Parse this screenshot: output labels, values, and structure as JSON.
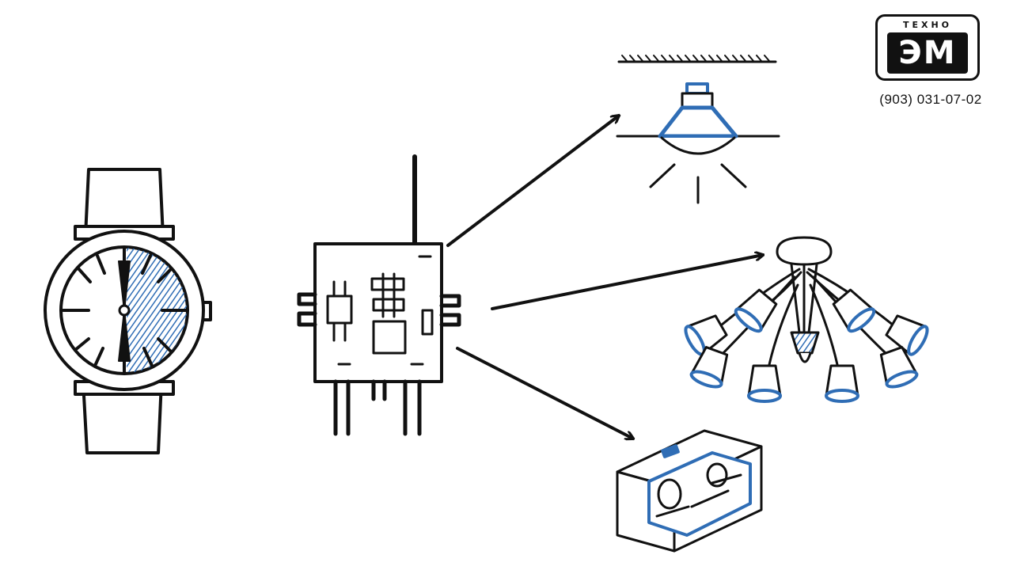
{
  "logo": {
    "top_text": "ТЕХНО",
    "main_text": "ЭМ"
  },
  "phone": "(903) 031-07-02",
  "colors": {
    "ink": "#111111",
    "accent_blue": "#2f6db5",
    "background": "#ffffff"
  },
  "icons": [
    "wristwatch-icon",
    "controller-board-icon",
    "ceiling-spotlight-icon",
    "chandelier-icon",
    "junction-box-icon"
  ]
}
